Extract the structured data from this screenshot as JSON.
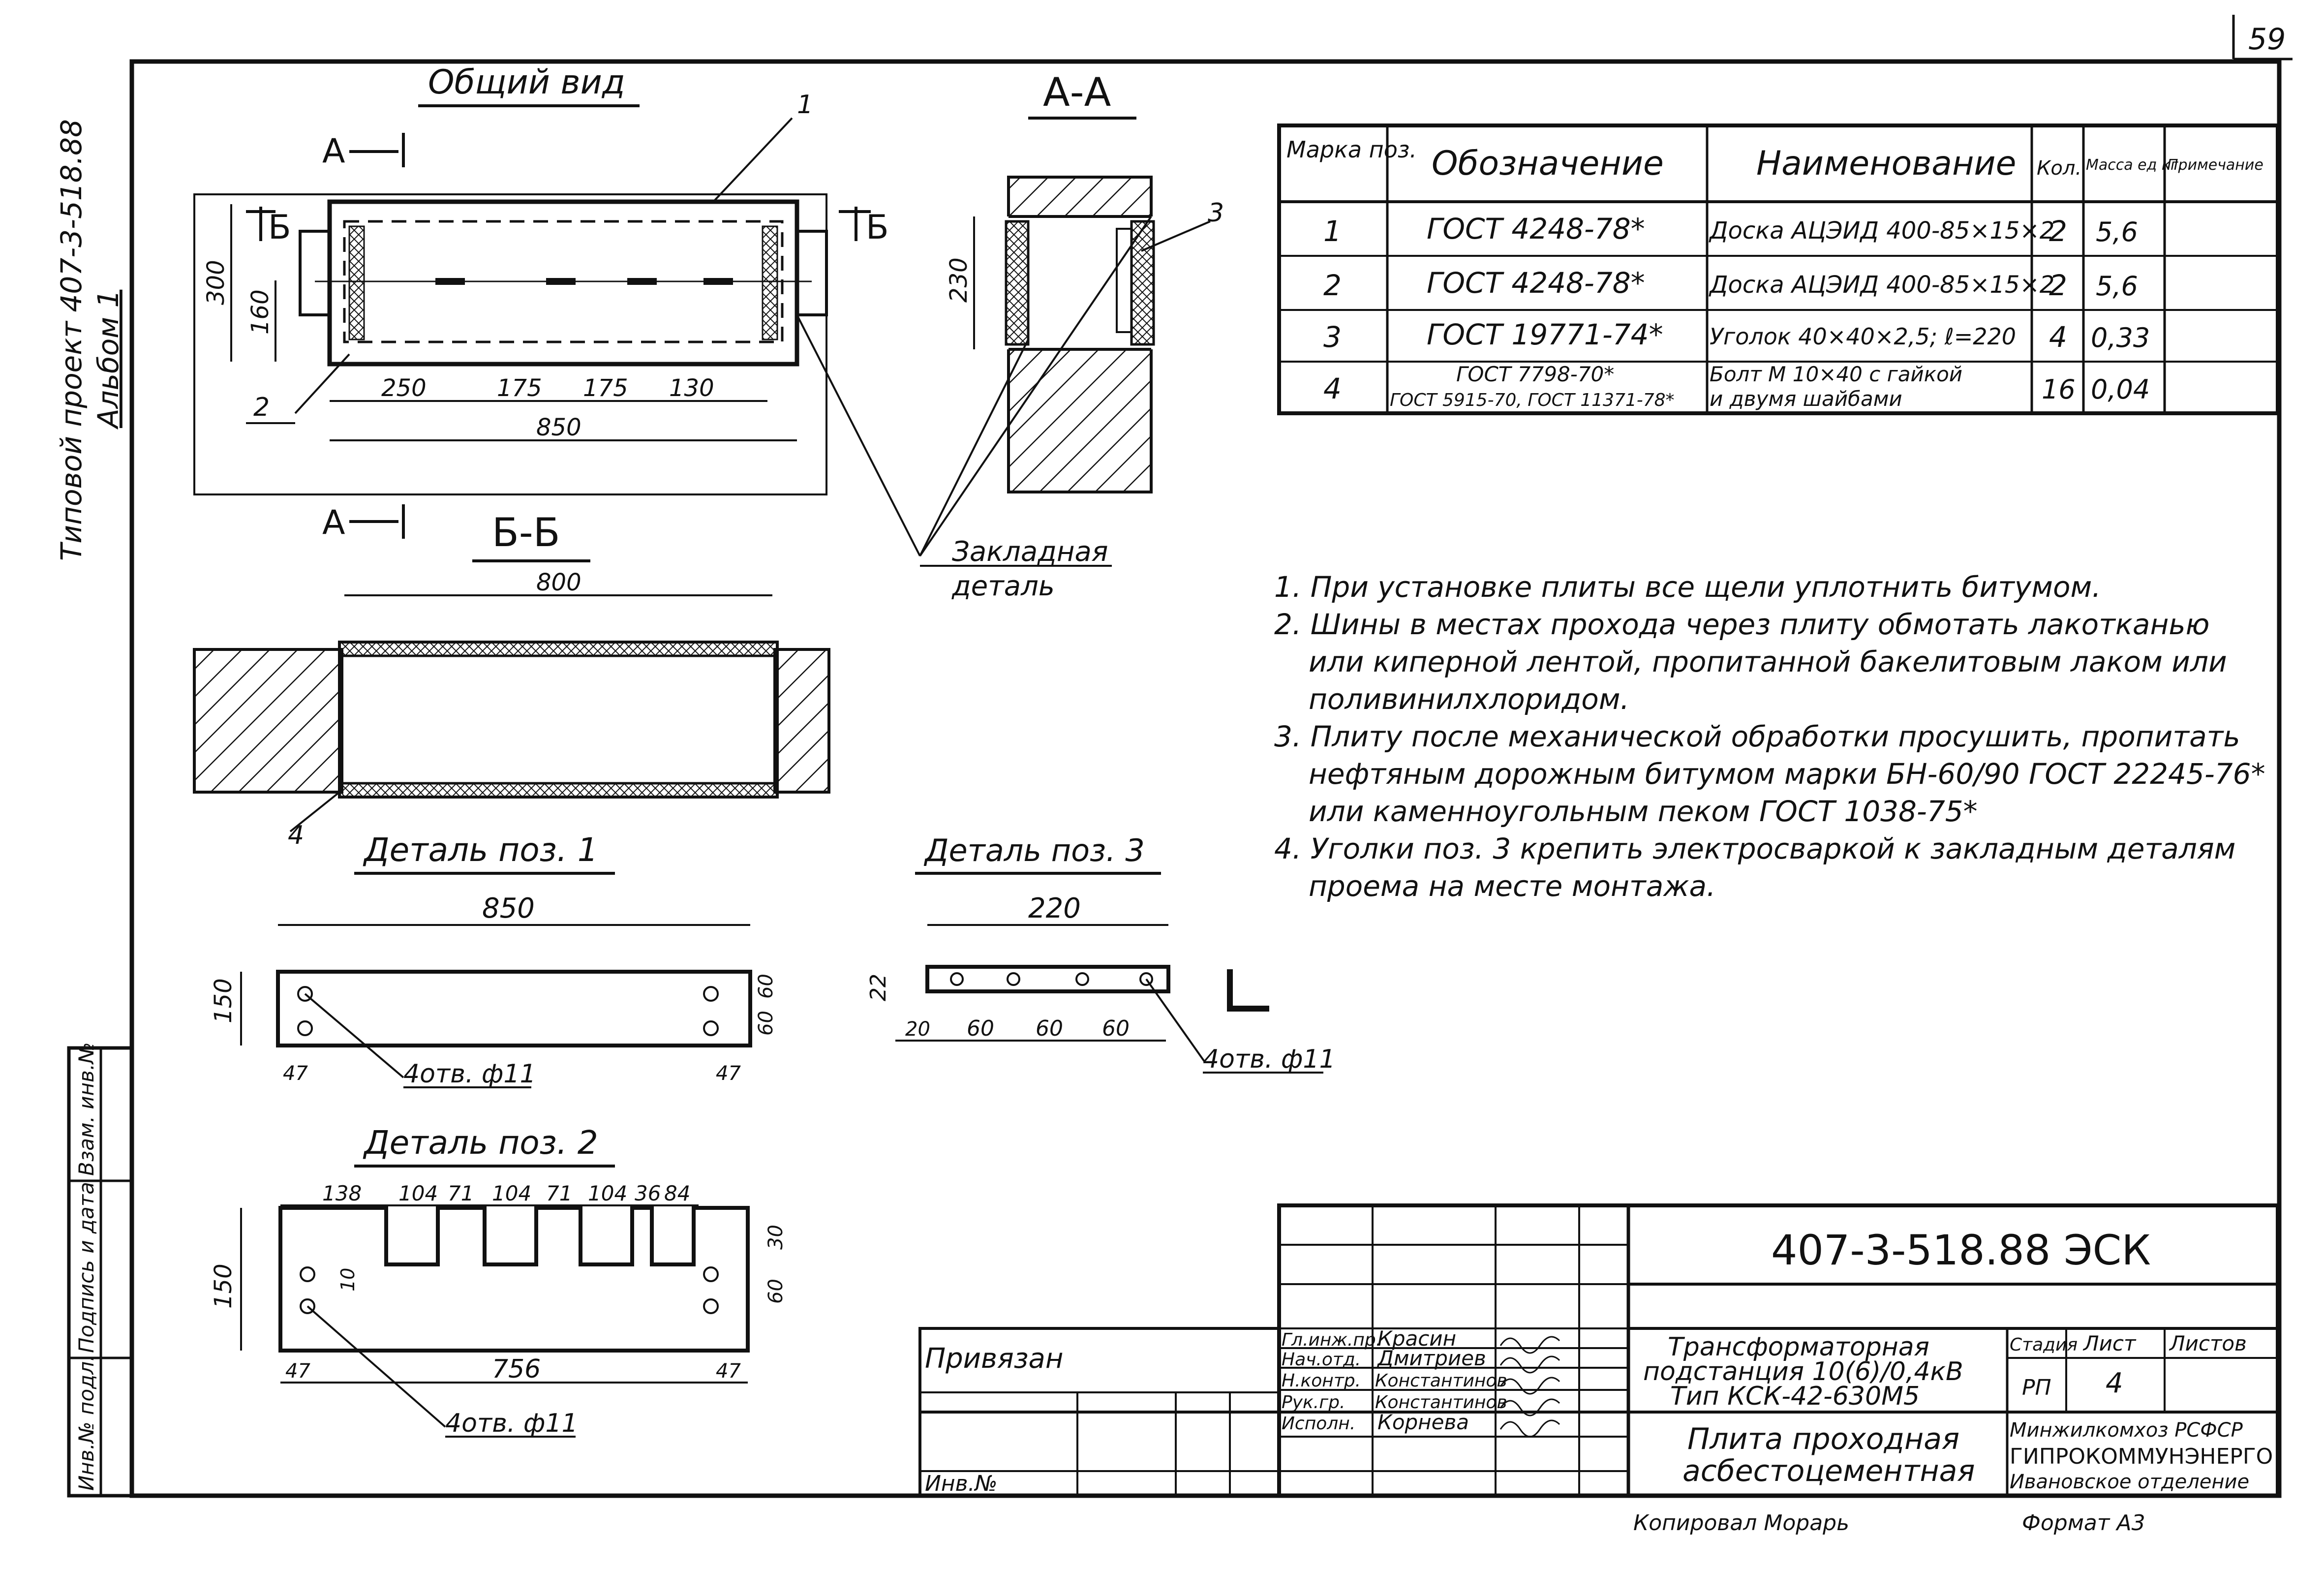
{
  "sheet": {
    "page_number": "59",
    "left_margin_line1": "Типовой проект 407-3-518.88",
    "left_margin_line2": "Альбом 1",
    "stamp_inv_podl": "Инв.№ подл.",
    "stamp_sign_date": "Подпись и дата",
    "stamp_vzam": "Взам. инв.№",
    "copied_by": "Копировал Морарь",
    "format": "Формат А3"
  },
  "views": {
    "general_title": "Общий вид",
    "section_aa": "А-А",
    "section_bb": "Б-Б",
    "cut_a": "А",
    "cut_b": "Б",
    "detail1_title": "Деталь поз. 1",
    "detail2_title": "Деталь поз. 2",
    "detail3_title": "Деталь поз. 3",
    "embedded_part_l1": "Закладная",
    "embedded_part_l2": "деталь",
    "holes_4": "4отв. ф11"
  },
  "dims": {
    "gv_300": "300",
    "gv_160": "160",
    "gv_250": "250",
    "gv_175a": "175",
    "gv_175b": "175",
    "gv_130": "130",
    "gv_850": "850",
    "aa_230": "230",
    "bb_800": "800",
    "d1_850": "850",
    "d1_150": "150",
    "d1_60a": "60",
    "d1_60b": "60",
    "d1_47a": "47",
    "d1_47b": "47",
    "d3_220": "220",
    "d3_22": "22",
    "d3_20": "20",
    "d3_60a": "60",
    "d3_60b": "60",
    "d3_60c": "60",
    "d2_138": "138",
    "d2_104a": "104",
    "d2_71a": "71",
    "d2_104b": "104",
    "d2_71b": "71",
    "d2_104c": "104",
    "d2_36": "36",
    "d2_84": "84",
    "d2_150": "150",
    "d2_10": "10",
    "d2_30": "30",
    "d2_60": "60",
    "d2_47a": "47",
    "d2_47b": "47",
    "d2_756": "756"
  },
  "callouts": {
    "c1": "1",
    "c2": "2",
    "c3": "3",
    "c4": "4"
  },
  "spec_table": {
    "headers": [
      "Марка поз.",
      "Обозначение",
      "Наименование",
      "Кол.",
      "Масса ед кг.",
      "Примечание"
    ],
    "rows": [
      {
        "pos": "1",
        "designation": "ГОСТ 4248-78*",
        "name": "Доска АЦЭИД 400-85×15×2",
        "qty": "2",
        "mass": "5,6",
        "note": ""
      },
      {
        "pos": "2",
        "designation": "ГОСТ 4248-78*",
        "name": "Доска АЦЭИД 400-85×15×2",
        "qty": "2",
        "mass": "5,6",
        "note": ""
      },
      {
        "pos": "3",
        "designation": "ГОСТ 19771-74*",
        "name": "Уголок 40×40×2,5; ℓ=220",
        "qty": "4",
        "mass": "0,33",
        "note": ""
      },
      {
        "pos": "4",
        "designation": "ГОСТ 7798-70*",
        "designation2": "ГОСТ 5915-70, ГОСТ 11371-78*",
        "name": "Болт М 10×40 с гайкой",
        "name2": "и двумя шайбами",
        "qty": "16",
        "mass": "0,04",
        "note": ""
      }
    ]
  },
  "notes": [
    "1. При установке плиты все щели уплотнить битумом.",
    "2. Шины в местах прохода через плиту обмотать лакотканью",
    "или киперной лентой, пропитанной бакелитовым лаком или",
    "поливинилхлоридом.",
    "3. Плиту после механической обработки просушить, пропитать",
    "нефтяным дорожным битумом марки БН-60/90 ГОСТ 22245-76*",
    "или каменноугольным пеком ГОСТ 1038-75*",
    "4. Уголки поз. 3 крепить электросваркой к закладным деталям",
    "проема на месте монтажа."
  ],
  "title_block": {
    "doc_code": "407-3-518.88 ЭСК",
    "privyazan": "Привязан",
    "inv_no": "Инв.№",
    "project_l1": "Трансформаторная",
    "project_l2": "подстанция 10(6)/0,4кВ",
    "project_l3": "Тип КСК-42-630М5",
    "sheet_l1": "Плита проходная",
    "sheet_l2": "асбестоцементная",
    "stage_h": "Стадия",
    "sheet_h": "Лист",
    "sheets_h": "Листов",
    "stage": "РП",
    "sheet": "4",
    "org_l1": "Минжилкомхоз РСФСР",
    "org_l2": "ГИПРОКОММУНЭНЕРГО",
    "org_l3": "Ивановское отделение",
    "roles": [
      "Гл.инж.пр.",
      "Нач.отд.",
      "Н.контр.",
      "Рук.гр.",
      "Исполн."
    ],
    "names": [
      "Красин",
      "Дмитриев",
      "Константинов",
      "Константинов",
      "Корнева"
    ]
  }
}
